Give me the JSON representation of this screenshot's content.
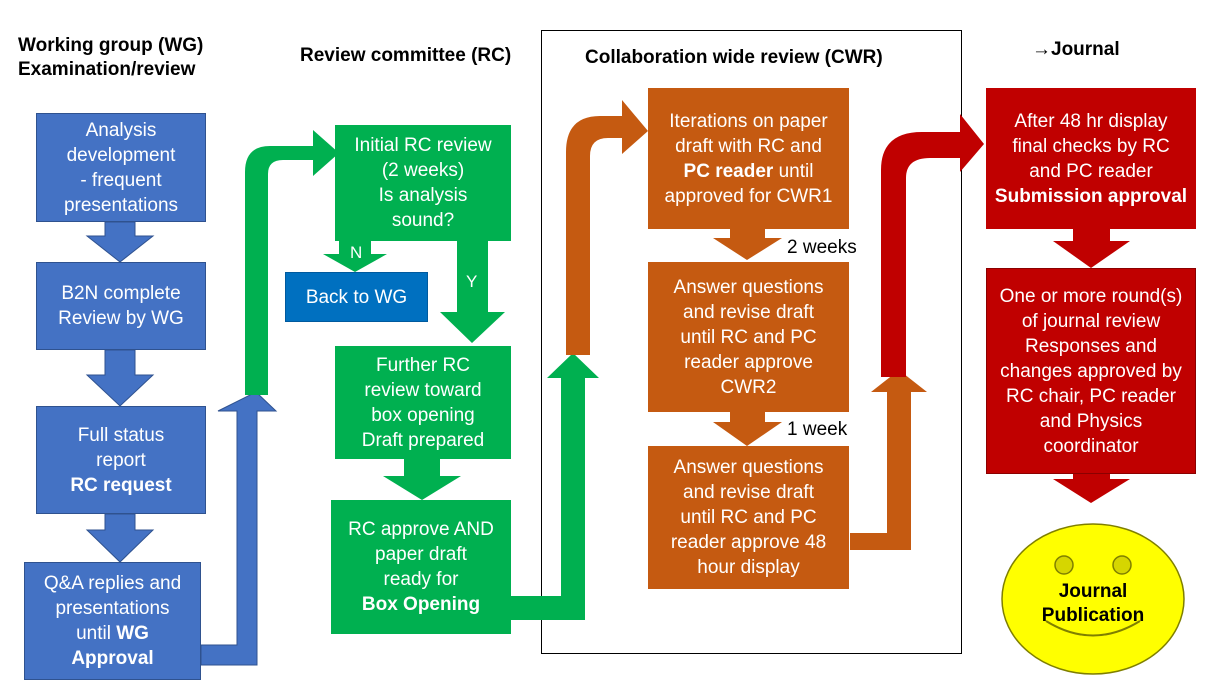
{
  "headers": {
    "wg_line1": "Working group (WG)",
    "wg_line2": "Examination/review",
    "rc": "Review committee (RC)",
    "cwr": "Collaboration wide review (CWR)",
    "journal": "→Journal"
  },
  "wg": {
    "box1": [
      "Analysis",
      "development",
      "- frequent",
      "presentations"
    ],
    "box2": [
      "B2N complete",
      "Review by WG"
    ],
    "box3": [
      "Full status",
      "report",
      "RC request"
    ],
    "box4_lines": [
      "Q&A replies and",
      "presentations"
    ],
    "box4_until": "until ",
    "box4_wg": "WG",
    "box4_approval": "Approval"
  },
  "rc": {
    "initial": [
      "Initial RC review",
      "(2 weeks)",
      "Is analysis",
      "sound?"
    ],
    "no_label": "N",
    "yes_label": "Y",
    "back": "Back to WG",
    "further": [
      "Further RC",
      "review toward",
      "box opening",
      "Draft prepared"
    ],
    "approve": [
      "RC approve AND",
      "paper draft",
      "ready for",
      "Box Opening"
    ]
  },
  "cwr": {
    "iter_line1": "Iterations on paper",
    "iter_line2": "draft with RC and",
    "iter_pc": "PC reader",
    "iter_until": " until",
    "iter_line4": "approved for CWR1",
    "weeks2": "2 weeks",
    "answer1": [
      "Answer questions",
      "and revise draft",
      "until RC and PC",
      "reader approve",
      "CWR2"
    ],
    "week1": "1 week",
    "answer2": [
      "Answer questions",
      "and revise draft",
      "until RC and PC",
      "reader approve 48",
      "hour display"
    ]
  },
  "journal": {
    "after": [
      "After 48 hr display",
      "final checks by RC",
      "and PC reader",
      "Submission approval"
    ],
    "rounds": [
      "One or more round(s)",
      "of journal review",
      "Responses and",
      "changes approved by",
      "RC chair, PC reader",
      "and Physics",
      "coordinator"
    ],
    "pub": [
      "Journal",
      "Publication"
    ]
  },
  "colors": {
    "blue": "#4472c4",
    "green": "#00b050",
    "orange": "#c55a11",
    "red": "#c00000",
    "smiley": "#ffff00"
  }
}
